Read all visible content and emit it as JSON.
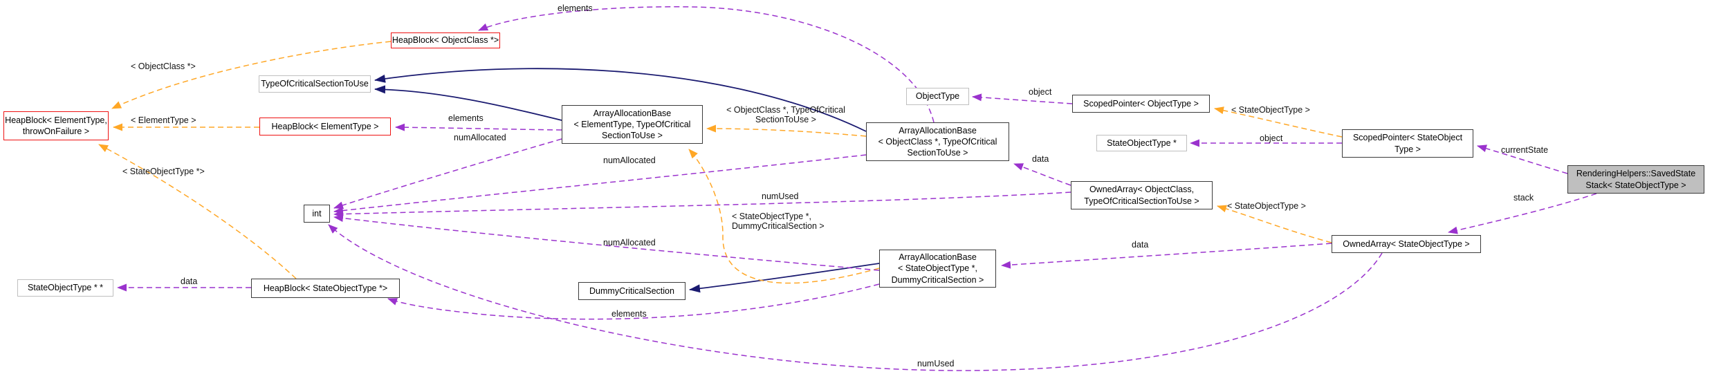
{
  "diagram": {
    "title": "RenderingHelpers::SavedStateStack< StateObjectType > collaboration graph",
    "type": "collaboration-graph",
    "nodes": [
      {
        "id": "heapblock-elementtype-throwonfailure",
        "label": "HeapBlock< ElementType,\nthrowOnFailure >",
        "style": "truncated-red"
      },
      {
        "id": "heapblock-objectclass-ptr",
        "label": "HeapBlock< ObjectClass *>",
        "style": "truncated-red"
      },
      {
        "id": "typeofcriticalsectiontouse",
        "label": "TypeOfCriticalSectionToUse",
        "style": "external-gray"
      },
      {
        "id": "heapblock-elementtype",
        "label": "HeapBlock< ElementType >",
        "style": "truncated-red"
      },
      {
        "id": "arrayallocationbase-elementtype",
        "label": "ArrayAllocationBase\n< ElementType, TypeOfCritical\nSectionToUse >",
        "style": "default"
      },
      {
        "id": "arrayallocationbase-objectclass",
        "label": "ArrayAllocationBase\n< ObjectClass *, TypeOfCritical\nSectionToUse >",
        "style": "default"
      },
      {
        "id": "objecttype",
        "label": "ObjectType",
        "style": "external-gray"
      },
      {
        "id": "scopedpointer-objecttype",
        "label": "ScopedPointer< ObjectType >",
        "style": "default"
      },
      {
        "id": "stateobjecttype-ptr",
        "label": "StateObjectType *",
        "style": "external-gray"
      },
      {
        "id": "scopedpointer-stateobjecttype",
        "label": "ScopedPointer< StateObject\nType >",
        "style": "default"
      },
      {
        "id": "renderinghelpers-savedstatestack",
        "label": "RenderingHelpers::SavedState\nStack< StateObjectType >",
        "style": "main-gray-fill"
      },
      {
        "id": "ownedarray-objectclass",
        "label": "OwnedArray< ObjectClass,\nTypeOfCriticalSectionToUse >",
        "style": "default"
      },
      {
        "id": "ownedarray-stateobjecttype",
        "label": "OwnedArray< StateObjectType >",
        "style": "default"
      },
      {
        "id": "int",
        "label": "int",
        "style": "default"
      },
      {
        "id": "arrayallocationbase-stateobjecttype",
        "label": "ArrayAllocationBase\n< StateObjectType *,\nDummyCriticalSection >",
        "style": "default"
      },
      {
        "id": "dummycriticalsection",
        "label": "DummyCriticalSection",
        "style": "default"
      },
      {
        "id": "heapblock-stateobjecttype-ptr",
        "label": "HeapBlock< StateObjectType *>",
        "style": "default"
      },
      {
        "id": "stateobjecttype-ptrptr",
        "label": "StateObjectType * *",
        "style": "external-gray"
      }
    ],
    "edge_labels": [
      {
        "text": "elements"
      },
      {
        "text": "< ObjectClass *>"
      },
      {
        "text": "< ElementType >"
      },
      {
        "text": "< StateObjectType *>"
      },
      {
        "text": "elements"
      },
      {
        "text": "numAllocated"
      },
      {
        "text": "numAllocated"
      },
      {
        "text": "< ObjectClass *, TypeOfCritical\nSectionToUse >"
      },
      {
        "text": "object"
      },
      {
        "text": "< StateObjectType >"
      },
      {
        "text": "object"
      },
      {
        "text": "currentState"
      },
      {
        "text": "data"
      },
      {
        "text": "numUsed"
      },
      {
        "text": "< StateObjectType >"
      },
      {
        "text": "< StateObjectType *,\nDummyCriticalSection >"
      },
      {
        "text": "numAllocated"
      },
      {
        "text": "data"
      },
      {
        "text": "stack"
      },
      {
        "text": "data"
      },
      {
        "text": "elements"
      },
      {
        "text": "numUsed"
      }
    ],
    "edges": [
      {
        "from": "arrayallocationbase-objectclass",
        "to": "heapblock-objectclass-ptr",
        "label": "elements",
        "style": "dashed-usage"
      },
      {
        "from": "heapblock-objectclass-ptr",
        "to": "heapblock-elementtype-throwonfailure",
        "label": "< ObjectClass *>",
        "style": "dashed-template"
      },
      {
        "from": "heapblock-elementtype",
        "to": "heapblock-elementtype-throwonfailure",
        "label": "< ElementType >",
        "style": "dashed-template"
      },
      {
        "from": "heapblock-stateobjecttype-ptr",
        "to": "heapblock-elementtype-throwonfailure",
        "label": "< StateObjectType *>",
        "style": "dashed-template"
      },
      {
        "from": "arrayallocationbase-objectclass",
        "to": "typeofcriticalsectiontouse",
        "label": "",
        "style": "solid-inheritance"
      },
      {
        "from": "arrayallocationbase-elementtype",
        "to": "typeofcriticalsectiontouse",
        "label": "",
        "style": "solid-inheritance"
      },
      {
        "from": "arrayallocationbase-elementtype",
        "to": "heapblock-elementtype",
        "label": "elements",
        "style": "dashed-usage"
      },
      {
        "from": "arrayallocationbase-elementtype",
        "to": "int",
        "label": "numAllocated",
        "style": "dashed-usage"
      },
      {
        "from": "arrayallocationbase-objectclass",
        "to": "arrayallocationbase-elementtype",
        "label": "< ObjectClass *, TypeOfCritical SectionToUse >",
        "style": "dashed-template"
      },
      {
        "from": "arrayallocationbase-objectclass",
        "to": "int",
        "label": "numAllocated",
        "style": "dashed-usage"
      },
      {
        "from": "ownedarray-objectclass",
        "to": "int",
        "label": "numUsed",
        "style": "dashed-usage"
      },
      {
        "from": "arrayallocationbase-stateobjecttype",
        "to": "arrayallocationbase-elementtype",
        "label": "< StateObjectType *, DummyCriticalSection >",
        "style": "dashed-template"
      },
      {
        "from": "arrayallocationbase-stateobjecttype",
        "to": "int",
        "label": "numAllocated",
        "style": "dashed-usage"
      },
      {
        "from": "ownedarray-stateobjecttype",
        "to": "int",
        "label": "numUsed",
        "style": "dashed-usage"
      },
      {
        "from": "scopedpointer-objecttype",
        "to": "objecttype",
        "label": "object",
        "style": "dashed-usage"
      },
      {
        "from": "scopedpointer-stateobjecttype",
        "to": "stateobjecttype-ptr",
        "label": "object",
        "style": "dashed-usage"
      },
      {
        "from": "scopedpointer-stateobjecttype",
        "to": "scopedpointer-objecttype",
        "label": "< StateObjectType >",
        "style": "dashed-template"
      },
      {
        "from": "renderinghelpers-savedstatestack",
        "to": "scopedpointer-stateobjecttype",
        "label": "currentState",
        "style": "dashed-usage"
      },
      {
        "from": "renderinghelpers-savedstatestack",
        "to": "ownedarray-stateobjecttype",
        "label": "stack",
        "style": "dashed-usage"
      },
      {
        "from": "ownedarray-objectclass",
        "to": "arrayallocationbase-objectclass",
        "label": "data",
        "style": "dashed-usage"
      },
      {
        "from": "ownedarray-stateobjecttype",
        "to": "ownedarray-objectclass",
        "label": "< StateObjectType >",
        "style": "dashed-template"
      },
      {
        "from": "ownedarray-stateobjecttype",
        "to": "arrayallocationbase-stateobjecttype",
        "label": "data",
        "style": "dashed-usage"
      },
      {
        "from": "arrayallocationbase-stateobjecttype",
        "to": "dummycriticalsection",
        "label": "",
        "style": "solid-inheritance"
      },
      {
        "from": "arrayallocationbase-stateobjecttype",
        "to": "heapblock-stateobjecttype-ptr",
        "label": "elements",
        "style": "dashed-usage"
      },
      {
        "from": "heapblock-stateobjecttype-ptr",
        "to": "stateobjecttype-ptrptr",
        "label": "data",
        "style": "dashed-usage"
      }
    ]
  },
  "colors": {
    "node_border_default": "#3a3a3a",
    "node_border_external": "#bfbfbf",
    "node_border_truncated": "#ee1111",
    "node_fill": "#ffffff",
    "main_node_fill": "#bfbfbf",
    "edge_usage": "#9a32cd",
    "edge_template": "#ffa726",
    "edge_inheritance": "#1a1a70",
    "label_color": "#111111",
    "background": "#ffffff"
  }
}
